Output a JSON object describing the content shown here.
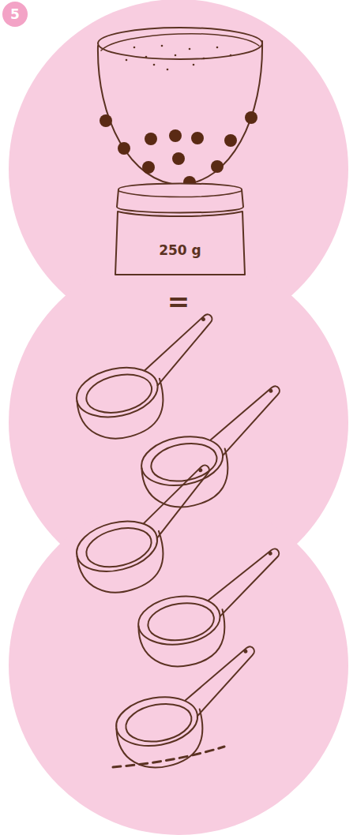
{
  "diagram": {
    "nodes": [
      {
        "text": [
          "5"
        ]
      },
      {
        "text": [
          "250 g"
        ]
      }
    ],
    "labels": [
      "="
    ]
  }
}
